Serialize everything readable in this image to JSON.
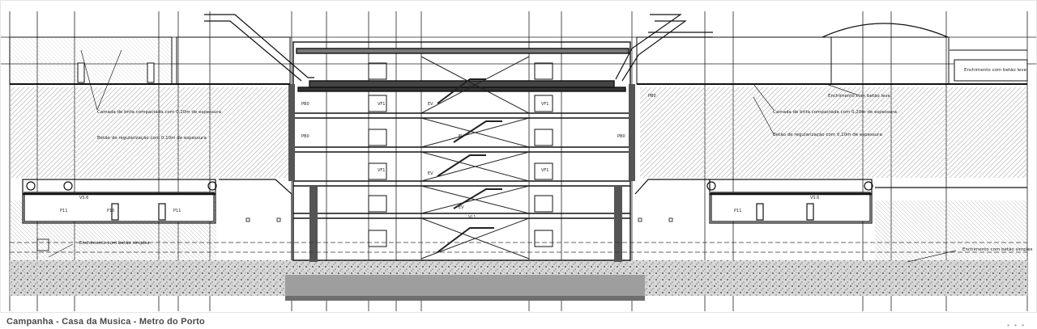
{
  "caption": "Campanha - Casa da Musica - Metro do Porto",
  "pager_dots": "• • •",
  "annotations": {
    "left_fill_1": "Camada de brita compactada com 0,20m de espessura",
    "left_fill_2": "Betão de regularização com 0,10m de espessura",
    "right_fill_1": "Camada de brita compactada com 0,20m de espessura",
    "right_fill_2": "Betão de regularização com 0,10m de espessura",
    "left_lower_note": "Enchimento com betão simples",
    "right_upper_note": "Enchimento com betão leve",
    "right_top_note": "Enchimento com betão leve",
    "right_lower_note": "Enchimento com betão simples"
  },
  "tags": {
    "pb": "PB0",
    "vf": "VF1",
    "vl": "VL1",
    "p10": "P10",
    "p11": "P11",
    "ev": "EV",
    "vs": "VS.6"
  }
}
